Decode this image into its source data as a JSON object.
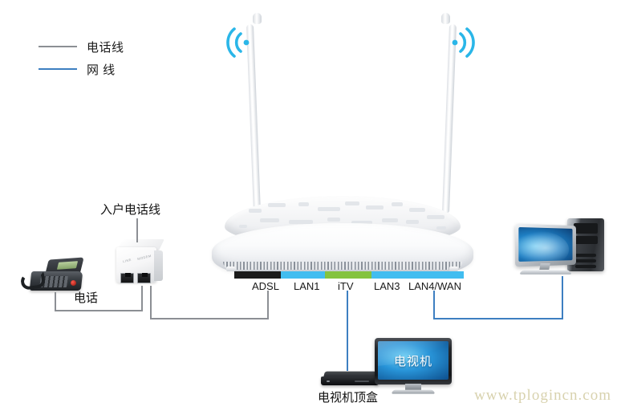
{
  "legend": {
    "items": [
      {
        "label": "电话线",
        "color": "#8c8f94",
        "icon": "line-gray"
      },
      {
        "label": "网 线",
        "color": "#3d7fc1",
        "icon": "line-blue"
      }
    ]
  },
  "labels": {
    "incoming_phone_line": "入户电话线",
    "telephone": "电话",
    "set_top_box": "电视机顶盒",
    "tv_screen_text": "电视机"
  },
  "router": {
    "ports": [
      {
        "name": "ADSL",
        "color": "#1b1b1b",
        "width": 58
      },
      {
        "name": "LAN1",
        "color": "#41bdf0",
        "width": 55
      },
      {
        "name": "iTV",
        "color": "#84c33f",
        "width": 58
      },
      {
        "name": "LAN3",
        "color": "#41bdf0",
        "width": 56
      },
      {
        "name": "LAN4/WAN",
        "color": "#41bdf0",
        "width": 59
      }
    ],
    "wifi_icon": "wifi-signal-icon",
    "antenna_count": 2
  },
  "devices": [
    {
      "name": "telephone",
      "icon": "telephone-icon"
    },
    {
      "name": "splitter",
      "icon": "adsl-splitter-icon"
    },
    {
      "name": "router",
      "icon": "wireless-router-icon"
    },
    {
      "name": "computer",
      "icon": "desktop-computer-icon"
    },
    {
      "name": "set-top-box",
      "icon": "set-top-box-icon"
    },
    {
      "name": "television",
      "icon": "television-icon"
    }
  ],
  "colors": {
    "phone_cable": "#8c8f94",
    "network_cable": "#3d7fc1",
    "adsl_port": "#1b1b1b",
    "lan_port": "#41bdf0",
    "itv_port": "#84c33f",
    "watermark": "#d8d2ae"
  },
  "watermark": {
    "text": "www.tplogincn.com"
  }
}
